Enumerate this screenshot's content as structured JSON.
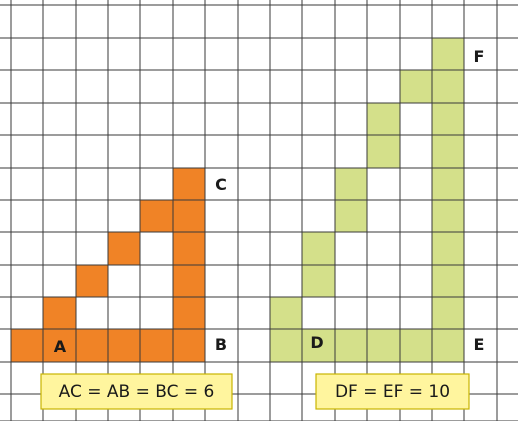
{
  "colors": {
    "orange": "#F08326",
    "green": "#D4E08A",
    "grid": "#3a3a3a",
    "box_fill": "#FFF59E",
    "box_border": "#C9B400"
  },
  "labels": {
    "a": "A",
    "b": "B",
    "c": "C",
    "d": "D",
    "e": "E",
    "f": "F"
  },
  "equations": {
    "left": "AC = AB = BC = 6",
    "right": "DF = EF = 10"
  }
}
